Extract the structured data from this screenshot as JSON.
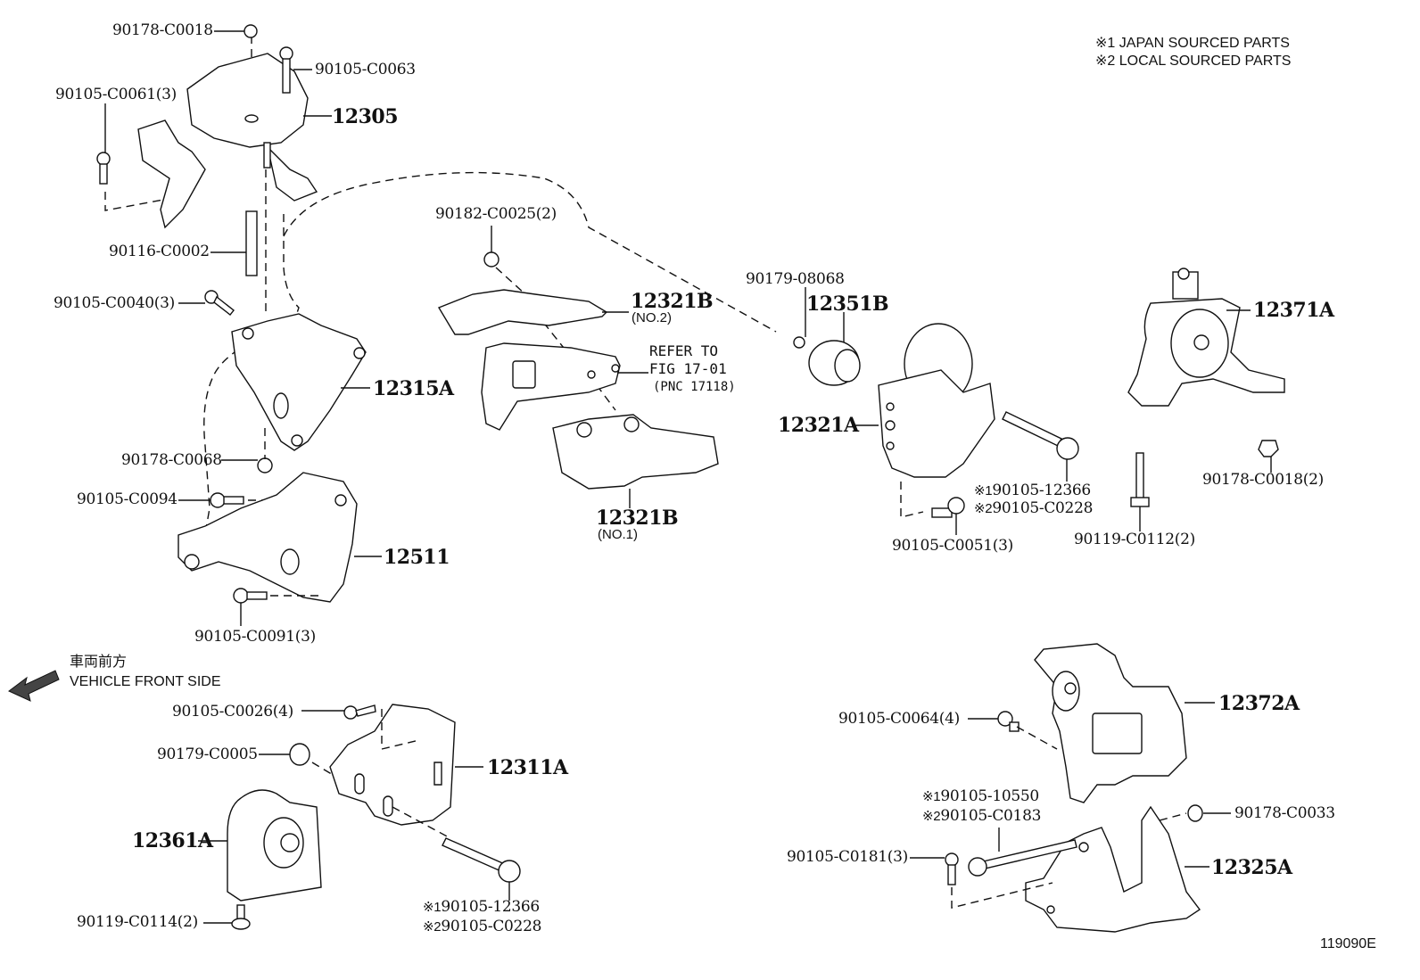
{
  "figure": {
    "id": "119090E",
    "notes": [
      {
        "mark": "※1",
        "text": "JAPAN SOURCED PARTS"
      },
      {
        "mark": "※2",
        "text": "LOCAL SOURCED PARTS"
      }
    ],
    "direction": {
      "jp": "車両前方",
      "en": "VEHICLE FRONT SIDE",
      "icon": "arrow-left-icon"
    },
    "reference": {
      "line1": "REFER TO",
      "line2": "FIG 17-01",
      "line3": "(PNC 17118)"
    }
  },
  "parts": {
    "p12305": "12305",
    "p12315A": "12315A",
    "p12511": "12511",
    "p12321B_no2": "12321B",
    "p12321B_no2_sub": "(NO.2)",
    "p12321B_no1": "12321B",
    "p12321B_no1_sub": "(NO.1)",
    "p12351B": "12351B",
    "p12321A": "12321A",
    "p12371A": "12371A",
    "p12372A": "12372A",
    "p12325A": "12325A",
    "p12311A": "12311A",
    "p12361A": "12361A"
  },
  "fasteners": {
    "f90178_C0018_top": "90178-C0018",
    "f90105_C0063": "90105-C0063",
    "f90105_C0061": "90105-C0061(3)",
    "f90116_C0002": "90116-C0002",
    "f90105_C0040": "90105-C0040(3)",
    "f90178_C0068": "90178-C0068",
    "f90105_C0094": "90105-C0094",
    "f90105_C0091": "90105-C0091(3)",
    "f90182_C0025": "90182-C0025(2)",
    "f90179_08068": "90179-08068",
    "f90105_12366_a": "90105-12366",
    "f90105_C0228_a": "90105-C0228",
    "f90105_C0051": "90105-C0051(3)",
    "f90119_C0112": "90119-C0112(2)",
    "f90178_C0018_2": "90178-C0018(2)",
    "f90105_C0026": "90105-C0026(4)",
    "f90179_C0005": "90179-C0005",
    "f90119_C0114": "90119-C0114(2)",
    "f90105_12366_b": "90105-12366",
    "f90105_C0228_b": "90105-C0228",
    "f90105_C0064": "90105-C0064(4)",
    "f90105_10550": "90105-10550",
    "f90105_C0183": "90105-C0183",
    "f90105_C0181": "90105-C0181(3)",
    "f90178_C0033": "90178-C0033",
    "mark1": "※1",
    "mark2": "※2"
  }
}
